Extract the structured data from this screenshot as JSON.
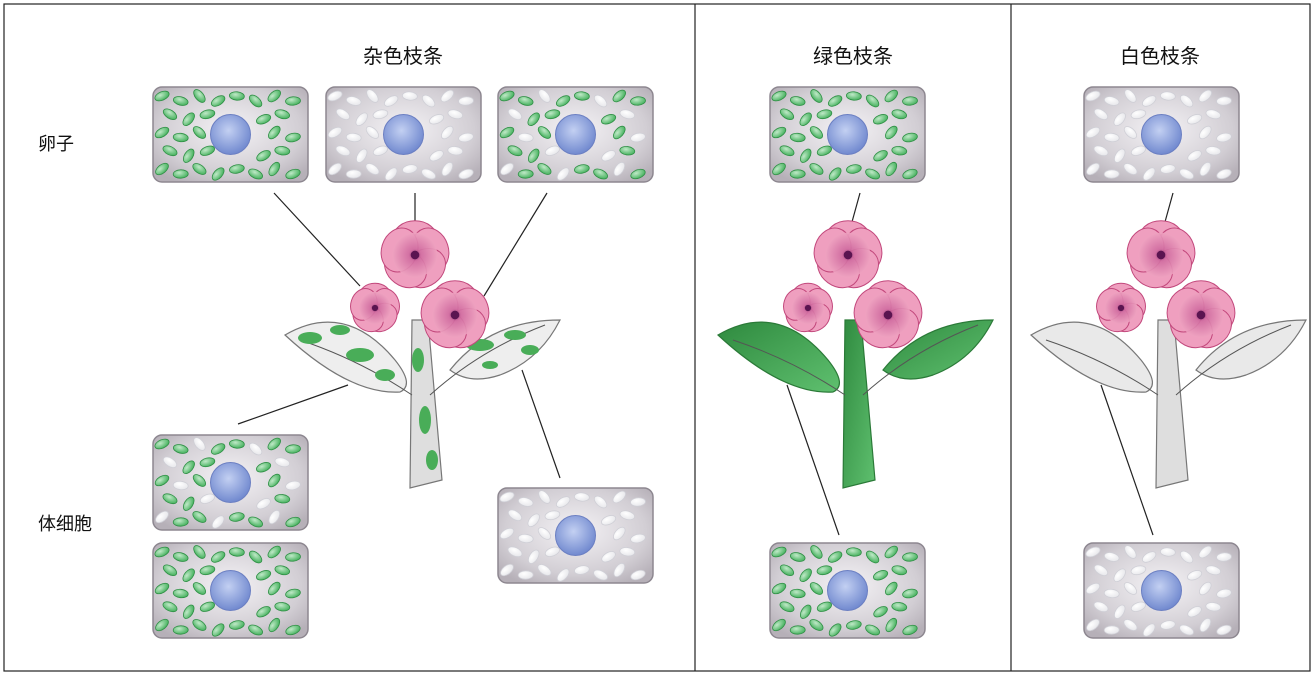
{
  "panels": {
    "variegated": {
      "title": "杂色枝条"
    },
    "green": {
      "title": "绿色枝条"
    },
    "white": {
      "title": "白色枝条"
    }
  },
  "row_labels": {
    "egg": "卵子",
    "somatic": "体细胞"
  },
  "colors": {
    "cell_fill": "#c9c4cb",
    "chloroplast_green": "#5bbf6f",
    "leucoplast_white": "#f6f6f8",
    "nucleus_blue": "#8fa6df",
    "petal_pink": "#e58db0",
    "leaf_green": "#3f9e4f",
    "leaf_white": "#e8e8e8"
  }
}
